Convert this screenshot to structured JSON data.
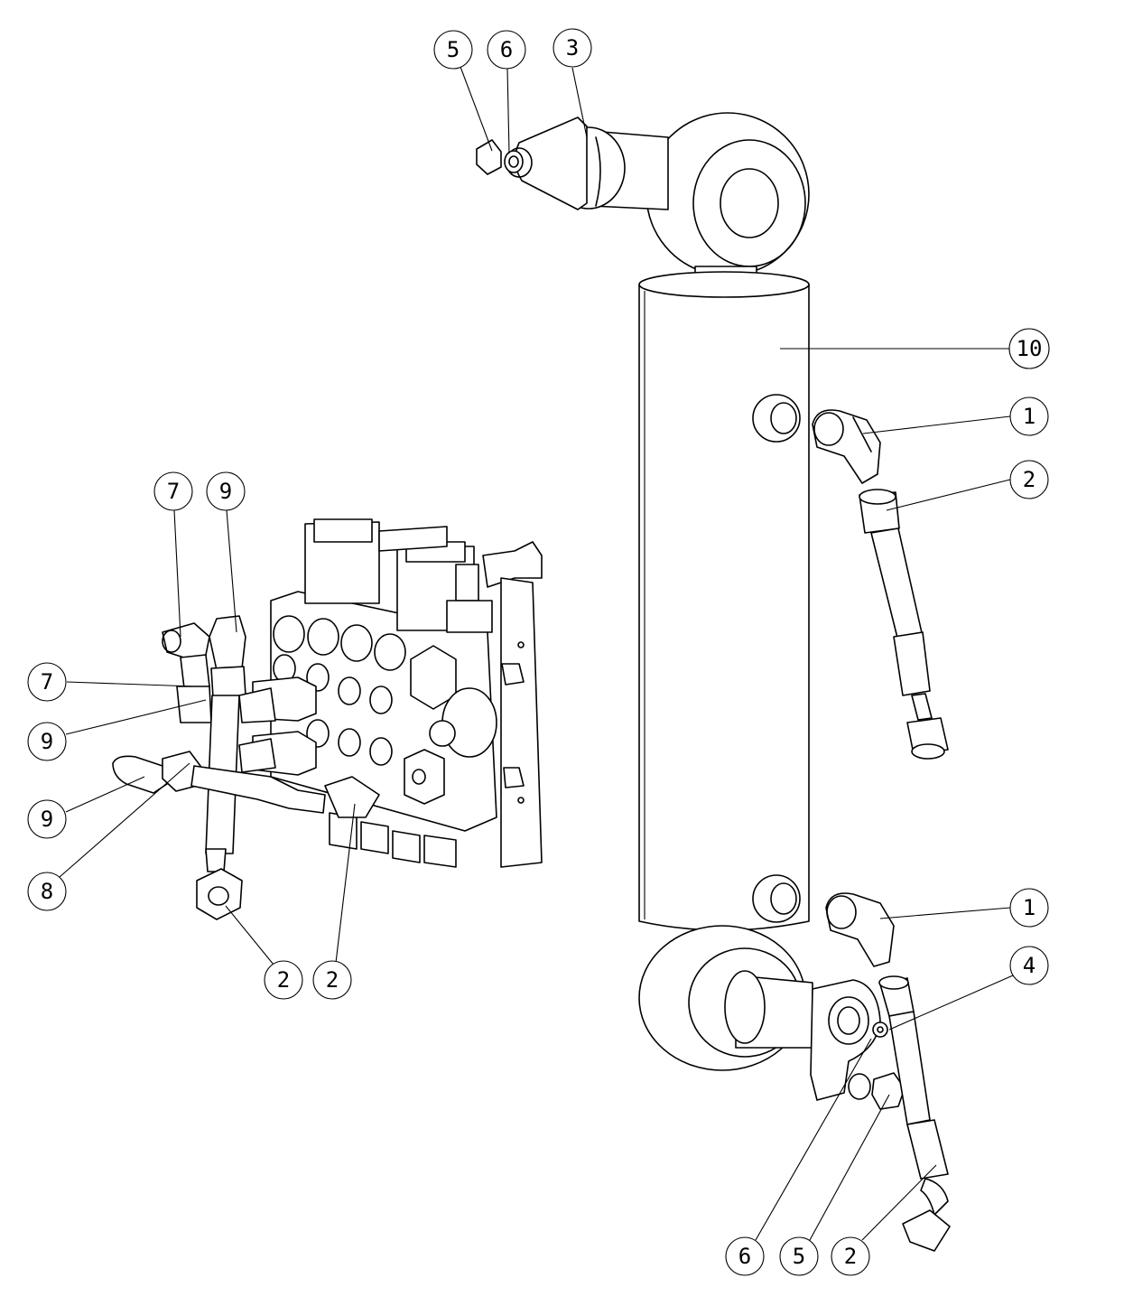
{
  "callouts": [
    {
      "label": "5"
    },
    {
      "label": "6"
    },
    {
      "label": "3"
    },
    {
      "label": "10"
    },
    {
      "label": "1"
    },
    {
      "label": "2"
    },
    {
      "label": "7"
    },
    {
      "label": "9"
    },
    {
      "label": "7"
    },
    {
      "label": "9"
    },
    {
      "label": "9"
    },
    {
      "label": "8"
    },
    {
      "label": "2"
    },
    {
      "label": "2"
    },
    {
      "label": "1"
    },
    {
      "label": "4"
    },
    {
      "label": "6"
    },
    {
      "label": "5"
    },
    {
      "label": "2"
    }
  ]
}
